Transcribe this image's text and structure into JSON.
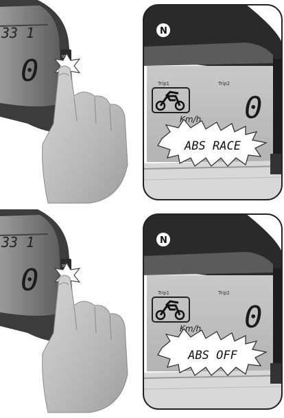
{
  "panels": [
    {
      "left": {
        "odometer": "33 1",
        "digit": "0",
        "button": "SET"
      },
      "right": {
        "indicator": "N",
        "trip_label_1": "Trip1",
        "trip_label_2": "Trip2",
        "unit": "Km/h",
        "gear": "0",
        "callout": "ABS RACE"
      }
    },
    {
      "left": {
        "odometer": "33 1",
        "digit": "0",
        "button": "SET"
      },
      "right": {
        "indicator": "N",
        "trip_label_1": "Trip1",
        "trip_label_2": "Trip2",
        "unit": "Km/h",
        "gear": "0",
        "callout": "ABS OFF"
      }
    }
  ]
}
